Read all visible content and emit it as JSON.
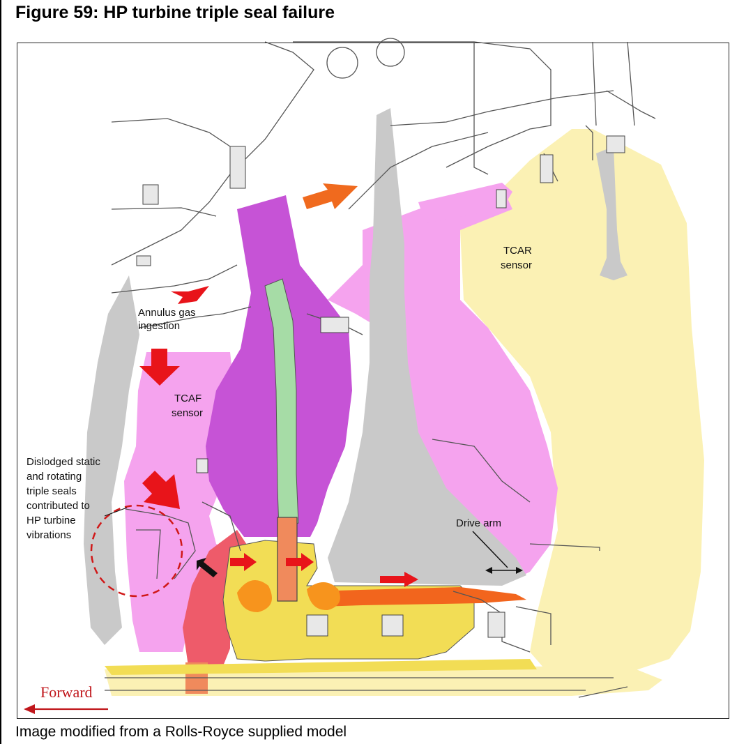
{
  "figure": {
    "title": "Figure 59: HP turbine triple seal failure",
    "caption": "Image modified from a Rolls-Royce supplied model"
  },
  "labels": {
    "annulus_gas_ingestion": [
      "Annulus gas",
      "ingestion"
    ],
    "tcaf_sensor": [
      "TCAF",
      "sensor"
    ],
    "tcar_sensor": [
      "TCAR",
      "sensor"
    ],
    "dislodged_seals": [
      "Dislodged static",
      "and rotating",
      "triple seals",
      "contributed to",
      "HP turbine",
      "vibrations"
    ],
    "drive_arm": "Drive arm",
    "forward": "Forward"
  },
  "colors": {
    "pink_cavity": "#f5a3ee",
    "purple_disc": "#c653d6",
    "green_blade": "#a6dca6",
    "grey_blade": "#c9c9c9",
    "cream_zone": "#fbf1b4",
    "red_zone": "#ee5b6a",
    "yellow_seal": "#f2dd55",
    "flame": "#f2651d",
    "arrow_red": "#e8141a",
    "arrow_orange": "#f06a1e"
  }
}
